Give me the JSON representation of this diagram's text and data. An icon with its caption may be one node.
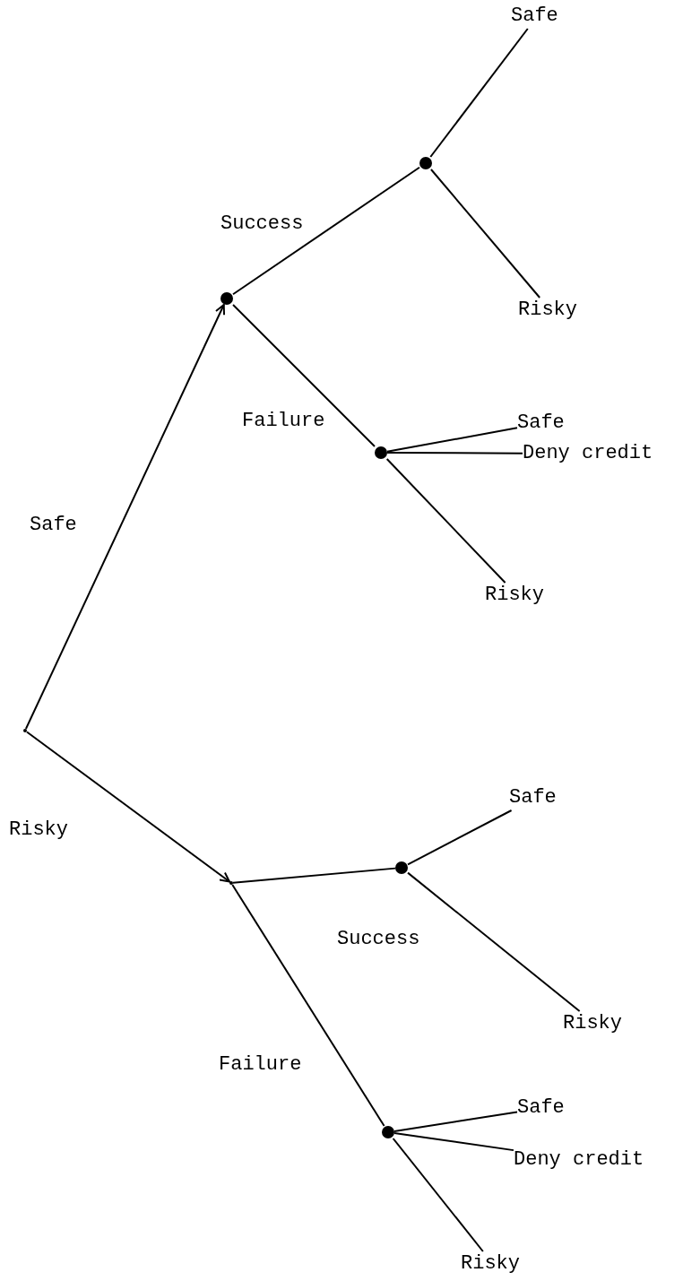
{
  "diagram": {
    "nodes": [
      {
        "text": [],
        "shape": "point"
      },
      {
        "text": [],
        "shape": "circle"
      },
      {
        "text": [],
        "shape": "circle"
      },
      {
        "text": [
          "Safe"
        ]
      },
      {
        "text": [
          "Risky"
        ]
      },
      {
        "text": [],
        "shape": "circle"
      },
      {
        "text": [
          "Safe"
        ]
      },
      {
        "text": [
          "Deny credit"
        ]
      },
      {
        "text": [
          "Risky"
        ]
      },
      {
        "text": [],
        "shape": "point"
      },
      {
        "text": [],
        "shape": "circle"
      },
      {
        "text": [
          "Safe"
        ]
      },
      {
        "text": [
          "Risky"
        ]
      },
      {
        "text": [],
        "shape": "circle"
      },
      {
        "text": [
          "Safe"
        ]
      },
      {
        "text": [
          "Deny credit"
        ]
      },
      {
        "text": [
          "Risky"
        ]
      }
    ],
    "edges": [
      {
        "from": 0,
        "to": 1,
        "arrow": "to",
        "label": "Safe"
      },
      {
        "from": 0,
        "to": 9,
        "arrow": "to",
        "label": "Risky"
      },
      {
        "from": 1,
        "to": 2,
        "arrow": "none",
        "label": "Success"
      },
      {
        "from": 1,
        "to": 5,
        "arrow": "none",
        "label": "Failure"
      },
      {
        "from": 2,
        "to": 3,
        "arrow": "none"
      },
      {
        "from": 2,
        "to": 4,
        "arrow": "none"
      },
      {
        "from": 5,
        "to": 6,
        "arrow": "none"
      },
      {
        "from": 5,
        "to": 7,
        "arrow": "none"
      },
      {
        "from": 5,
        "to": 8,
        "arrow": "none"
      },
      {
        "from": 9,
        "to": 10,
        "arrow": "none",
        "label": "Success"
      },
      {
        "from": 9,
        "to": 13,
        "arrow": "none",
        "label": "Failure"
      },
      {
        "from": 10,
        "to": 11,
        "arrow": "none"
      },
      {
        "from": 10,
        "to": 12,
        "arrow": "none"
      },
      {
        "from": 13,
        "to": 14,
        "arrow": "none"
      },
      {
        "from": 13,
        "to": 15,
        "arrow": "none"
      },
      {
        "from": 13,
        "to": 16,
        "arrow": "none"
      }
    ]
  }
}
